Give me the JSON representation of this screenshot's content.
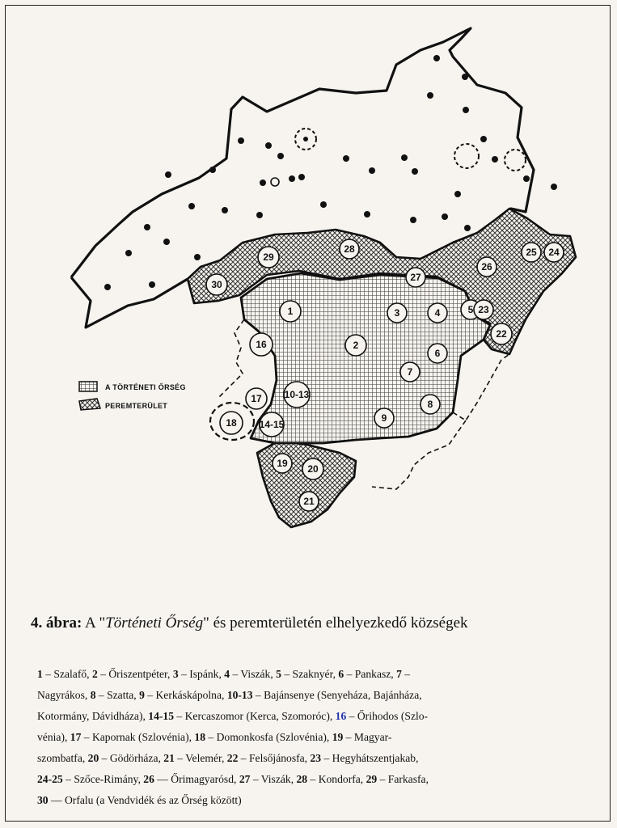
{
  "map": {
    "legend": [
      {
        "label": "A TÖRTÉNETI ŐRSÉG",
        "pattern": "grid"
      },
      {
        "label": "PEREMTERÜLET",
        "pattern": "crosshatch"
      }
    ],
    "settlement_labels": [
      "1",
      "2",
      "3",
      "4",
      "5",
      "6",
      "7",
      "8",
      "9",
      "10-13",
      "14-15",
      "16",
      "17",
      "18",
      "19",
      "20",
      "21",
      "22",
      "23",
      "24",
      "25",
      "26",
      "27",
      "28",
      "29",
      "30"
    ],
    "colors": {
      "ink": "#111111",
      "hatch": "#3a3a3a",
      "paper": "#f7f4ef"
    }
  },
  "caption": {
    "prefix": "4. ábra:",
    "a": "A \"",
    "italic": "Történeti Őrség",
    "rest": "\" és peremterületén elhelyezkedő községek"
  },
  "legend_lines": [
    [
      {
        "key": "1",
        "text": " – Szalafő, "
      },
      {
        "key": "2",
        "text": " – Őriszentpéter, "
      },
      {
        "key": "3",
        "text": " – Ispánk, "
      },
      {
        "key": "4",
        "text": " – Viszák, "
      },
      {
        "key": "5",
        "text": " – Szaknyér, "
      },
      {
        "key": "6",
        "text": " – Pankasz, "
      },
      {
        "key": "7",
        "text": " –"
      }
    ],
    [
      {
        "key": "",
        "text": "Nagyrákos, "
      },
      {
        "key": "8",
        "text": " – Szatta, "
      },
      {
        "key": "9",
        "text": " – Kerkáskápolna, "
      },
      {
        "key": "10-13",
        "text": " – Bajánsenye (Senyeháza, Bajánháza,"
      }
    ],
    [
      {
        "key": "",
        "text": "Kotormány, Dávidháza), "
      },
      {
        "key": "14-15",
        "text": " – Kercaszomor (Kerca, Szomoróc), "
      },
      {
        "key": "16",
        "text": " – Őrihodos (Szlo-",
        "blue": true
      }
    ],
    [
      {
        "key": "",
        "text": "vénia), "
      },
      {
        "key": "17",
        "text": " – Kapornak (Szlovénia), "
      },
      {
        "key": "18",
        "text": " – Domonkosfa (Szlovénia), "
      },
      {
        "key": "19",
        "text": " – Magyar-"
      }
    ],
    [
      {
        "key": "",
        "text": "szombatfa, "
      },
      {
        "key": "20",
        "text": " – Gödörháza, "
      },
      {
        "key": "21",
        "text": " – Velemér, "
      },
      {
        "key": "22",
        "text": " – Felsőjánosfa, "
      },
      {
        "key": "23",
        "text": " – Hegyhátszentjakab,"
      }
    ],
    [
      {
        "key": "24-25",
        "text": " – Szőce-Rimány, "
      },
      {
        "key": "26",
        "text": " — Őrimagyarósd, "
      },
      {
        "key": "27",
        "text": " – Viszák, "
      },
      {
        "key": "28",
        "text": " – Kondorfa, "
      },
      {
        "key": "29",
        "text": " – Farkasfa,"
      }
    ],
    [
      {
        "key": "30",
        "text": " — Orfalu (a Vendvidék és az Őrség között)"
      }
    ]
  ]
}
